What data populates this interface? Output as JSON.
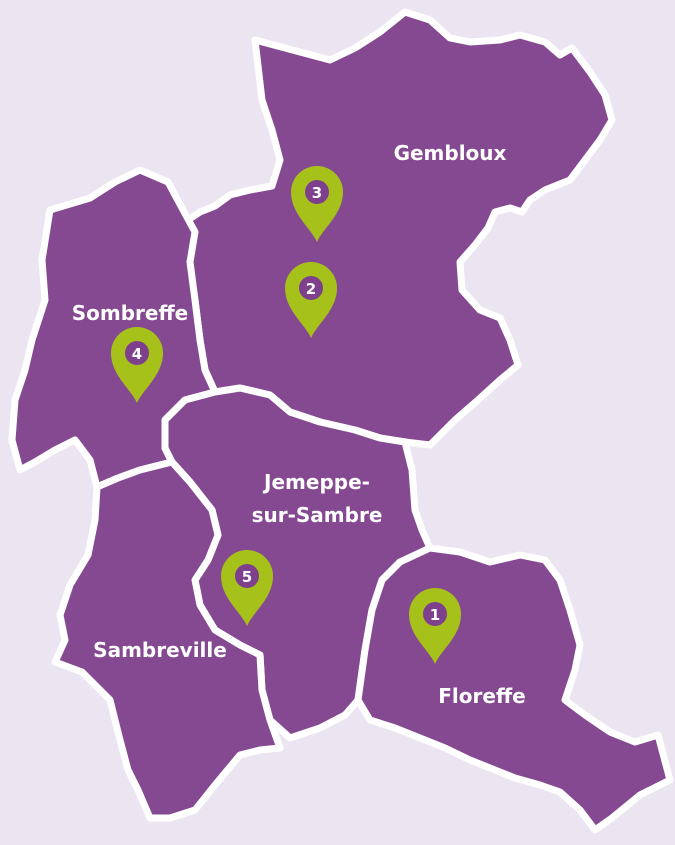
{
  "map": {
    "colors": {
      "background": "#ebe4f1",
      "region_fill": "#854992",
      "border": "#ffffff",
      "marker": "#a6c21a",
      "marker_dot": "#7e3f8c"
    },
    "regions": {
      "gembloux": "Gembloux",
      "sombreffe": "Sombreffe",
      "jemeppe_line1": "Jemeppe-",
      "jemeppe_line2": "sur-Sambre",
      "sambreville": "Sambreville",
      "floreffe": "Floreffe"
    },
    "markers": {
      "m1": "1",
      "m2": "2",
      "m3": "3",
      "m4": "4",
      "m5": "5"
    }
  }
}
